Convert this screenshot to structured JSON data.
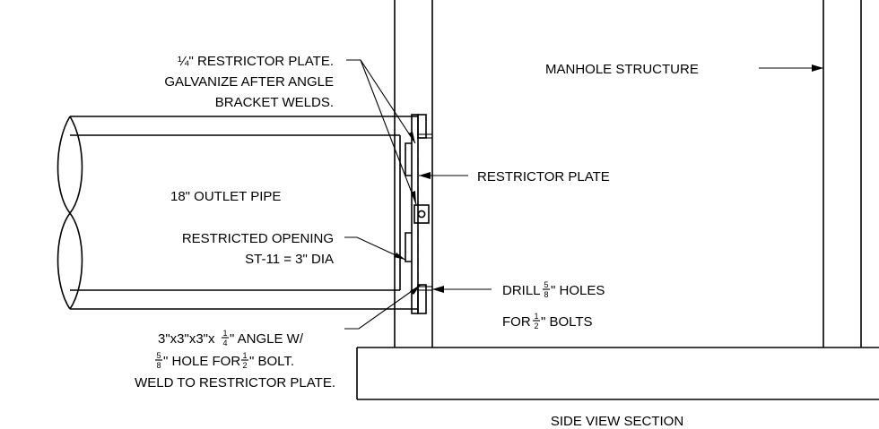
{
  "labels": {
    "restrictor_plate_note": {
      "line1": "¼\" RESTRICTOR PLATE.",
      "line2": "GALVANIZE AFTER ANGLE",
      "line3": "BRACKET WELDS."
    },
    "manhole_structure": "MANHOLE STRUCTURE",
    "restrictor_plate": "RESTRICTOR PLATE",
    "outlet_pipe": "18\" OUTLET PIPE",
    "restricted_opening": {
      "line1": "RESTRICTED OPENING",
      "line2": "ST-11 = 3\" DIA"
    },
    "drill_holes": {
      "line1_pre": "DRILL ",
      "line1_frac_num": "5",
      "line1_frac_den": "8",
      "line1_post": "\" HOLES",
      "line2_pre": "FOR ",
      "line2_frac_num": "1",
      "line2_frac_den": "2",
      "line2_post": "\" BOLTS"
    },
    "angle_note": {
      "line1_pre": "3\"x3\"x3\"x",
      "line1_frac_num": "1",
      "line1_frac_den": "4",
      "line1_post": "\" ANGLE W/",
      "line2_frac1_num": "5",
      "line2_frac1_den": "8",
      "line2_mid": "\" HOLE FOR ",
      "line2_frac2_num": "1",
      "line2_frac2_den": "2",
      "line2_post": "\" BOLT.",
      "line3": "WELD TO RESTRICTOR PLATE."
    },
    "view_title": "SIDE VIEW SECTION"
  }
}
